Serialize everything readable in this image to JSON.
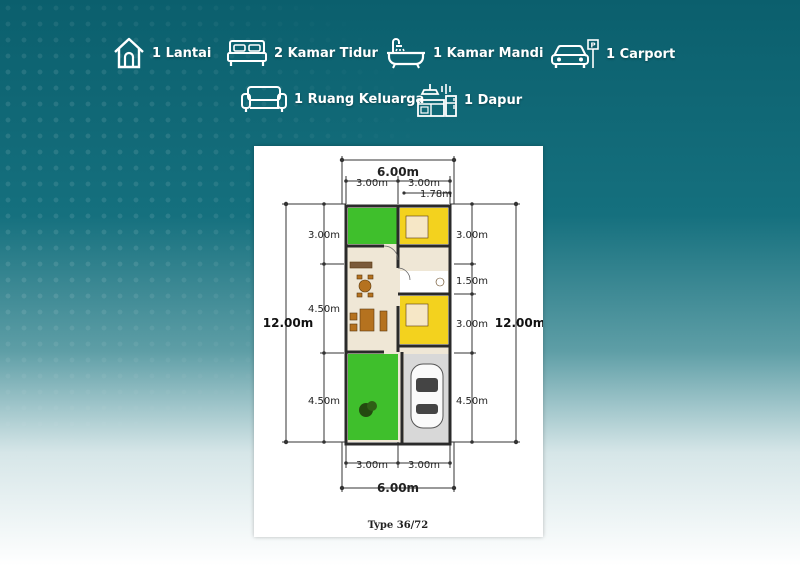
{
  "features": [
    {
      "icon": "house-icon",
      "label": "1 Lantai"
    },
    {
      "icon": "bed-icon",
      "label": "2 Kamar Tidur"
    },
    {
      "icon": "bathtub-icon",
      "label": "1 Kamar Mandi"
    },
    {
      "icon": "car-icon",
      "label": "1 Carport"
    },
    {
      "icon": "sofa-icon",
      "label": "1 Ruang Keluarga"
    },
    {
      "icon": "kitchen-icon",
      "label": "1 Dapur"
    }
  ],
  "plan": {
    "top_width": "6.00m",
    "top_left": "3.00m",
    "top_right": "3.00m",
    "top_small": "1.78m",
    "left_total": "12.00m",
    "right_total": "12.00m",
    "left_1": "3.00m",
    "left_2": "4.50m",
    "left_3": "4.50m",
    "right_1": "3.00m",
    "right_2": "1.50m",
    "right_3": "3.00m",
    "right_4": "4.50m",
    "bottom_left": "3.00m",
    "bottom_right": "3.00m",
    "bottom_width": "6.00m",
    "caption": "Type 36/72"
  },
  "colors": {
    "garden": "#3fbf2c",
    "bedroom": "#f3d21e",
    "floor": "#efe7d6",
    "wall": "#2a2a2a",
    "furniture": "#b5721f"
  }
}
